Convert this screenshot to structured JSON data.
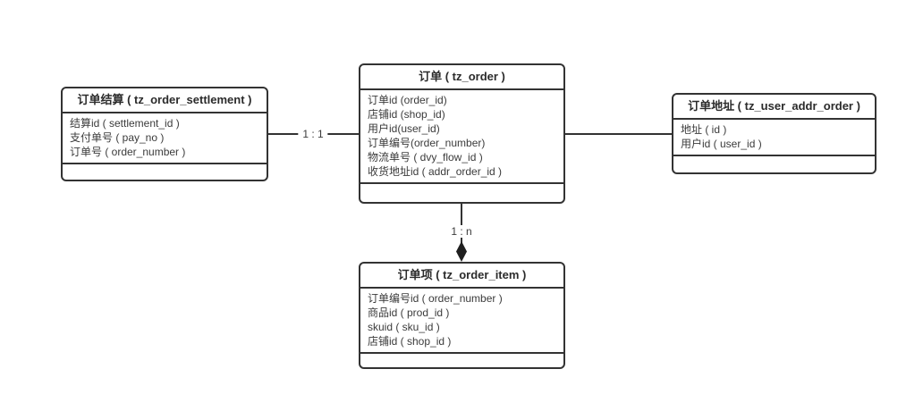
{
  "diagram": {
    "type": "er-diagram",
    "colors": {
      "background": "#ffffff",
      "line": "#333333",
      "text": "#3b3b3b",
      "marker": "#1f1f1f"
    },
    "entities": [
      {
        "id": "tz_order_settlement",
        "title": "订单结算 ( tz_order_settlement )",
        "fields": [
          "结算id ( settlement_id )",
          "支付单号 ( pay_no )",
          "订单号 ( order_number )"
        ]
      },
      {
        "id": "tz_order",
        "title": "订单 ( tz_order )",
        "fields": [
          "订单id (order_id)",
          "店铺id (shop_id)",
          "用户id(user_id)",
          "订单编号(order_number)",
          "物流单号 ( dvy_flow_id )",
          "收货地址id ( addr_order_id )"
        ]
      },
      {
        "id": "tz_user_addr_order",
        "title": "订单地址 ( tz_user_addr_order )",
        "fields": [
          "地址 ( id )",
          "用户id ( user_id )"
        ]
      },
      {
        "id": "tz_order_item",
        "title": "订单项 ( tz_order_item )",
        "fields": [
          "订单编号id ( order_number )",
          "商品id ( prod_id )",
          "skuid ( sku_id )",
          "店铺id ( shop_id )"
        ]
      }
    ],
    "connectors": [
      {
        "from": "tz_order_settlement",
        "to": "tz_order",
        "label": "1 : 1",
        "marker": "none"
      },
      {
        "from": "tz_order",
        "to": "tz_user_addr_order",
        "label": "",
        "marker": "none"
      },
      {
        "from": "tz_order",
        "to": "tz_order_item",
        "label": "1 : n",
        "marker": "filled-diamond"
      }
    ]
  }
}
